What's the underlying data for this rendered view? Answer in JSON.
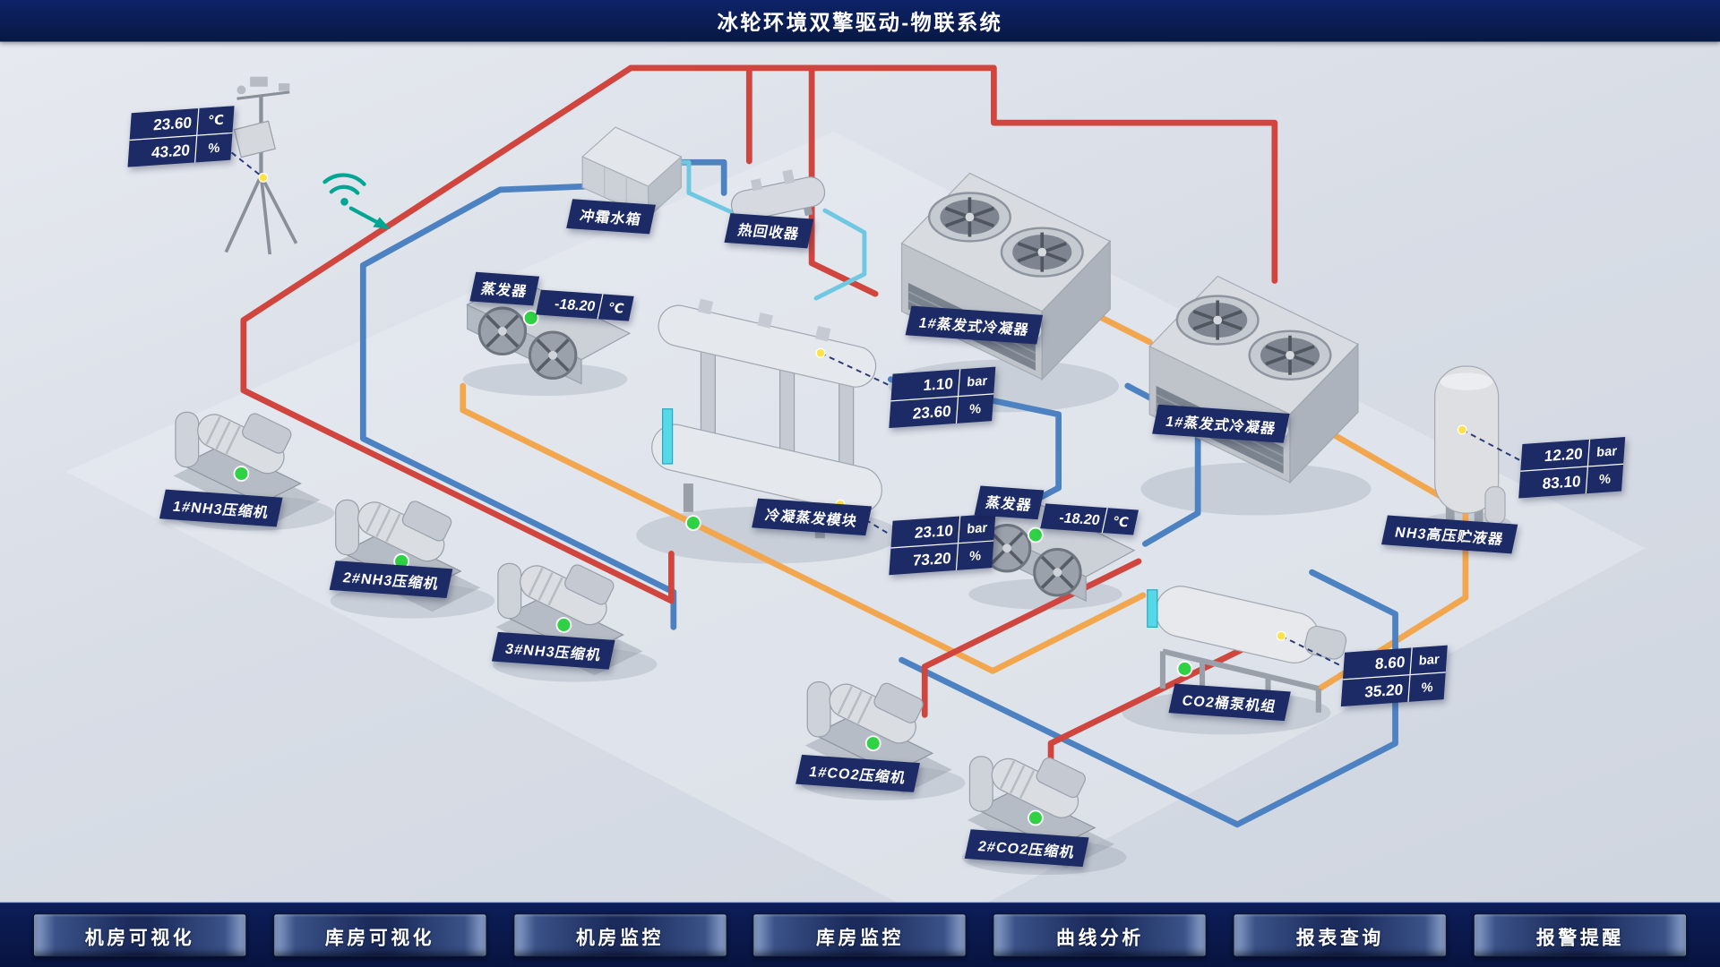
{
  "header": {
    "title": "冰轮环境双擎驱动-物联系统"
  },
  "colors": {
    "accent_navy": "#1c2a66",
    "status_green": "#2fd244",
    "marker_yellow": "#ffe24a",
    "pipe_hot_red": "#d0453e",
    "pipe_cold_blue": "#4d82c2",
    "pipe_warm_orange": "#f2a64e",
    "pipe_chilled_cyan": "#6fc8e2"
  },
  "icons": {
    "wifi": "wifi-signal-icon",
    "status_ok": "green-status-dot",
    "sensor_point": "yellow-anchor-dot"
  },
  "weather": {
    "rows": [
      {
        "value": "23.60",
        "unit": "℃"
      },
      {
        "value": "43.20",
        "unit": "%"
      }
    ]
  },
  "labels": {
    "defrost_tank": "冲霜水箱",
    "heat_recovery": "热回收器",
    "evaporator_a": {
      "name": "蒸发器",
      "value": "-18.20",
      "unit": "℃"
    },
    "evaporator_b": {
      "name": "蒸发器",
      "value": "-18.20",
      "unit": "℃"
    },
    "condenser1": "1#蒸发式冷凝器",
    "condenser2": "1#蒸发式冷凝器",
    "cond_evap_module": "冷凝蒸发模块",
    "nh3_comp1": "1#NH3压缩机",
    "nh3_comp2": "2#NH3压缩机",
    "nh3_comp3": "3#NH3压缩机",
    "co2_pump_unit": "CO2桶泵机组",
    "nh3_receiver": "NH3高压贮液器",
    "co2_comp1": "1#CO2压缩机",
    "co2_comp2": "2#CO2压缩机"
  },
  "callouts": {
    "module_top": {
      "rows": [
        {
          "value": "1.10",
          "unit": "bar"
        },
        {
          "value": "23.60",
          "unit": "%"
        }
      ]
    },
    "module_bottom": {
      "rows": [
        {
          "value": "23.10",
          "unit": "bar"
        },
        {
          "value": "73.20",
          "unit": "%"
        }
      ]
    },
    "co2_pump": {
      "rows": [
        {
          "value": "8.60",
          "unit": "bar"
        },
        {
          "value": "35.20",
          "unit": "%"
        }
      ]
    },
    "nh3_receiver": {
      "rows": [
        {
          "value": "12.20",
          "unit": "bar"
        },
        {
          "value": "83.10",
          "unit": "%"
        }
      ]
    }
  },
  "nav": {
    "items": [
      {
        "label": "机房可视化"
      },
      {
        "label": "库房可视化"
      },
      {
        "label": "机房监控"
      },
      {
        "label": "库房监控"
      },
      {
        "label": "曲线分析"
      },
      {
        "label": "报表查询"
      },
      {
        "label": "报警提醒"
      }
    ]
  }
}
